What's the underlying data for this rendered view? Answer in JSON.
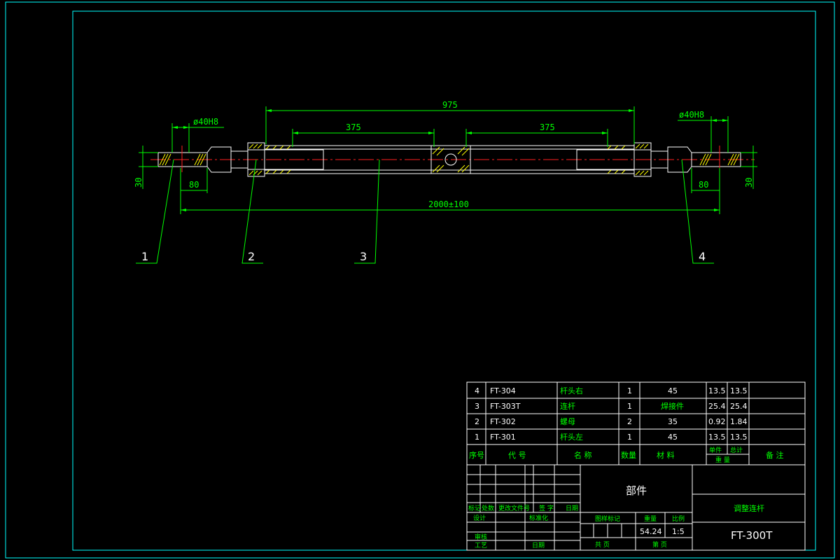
{
  "colors": {
    "background": "#000000",
    "frame": "#00ffff",
    "outline": "#ffffff",
    "dimension": "#00ff00",
    "centerline": "#ff2020",
    "hatch": "#ffff00"
  },
  "dimensions": {
    "overall_span": "975",
    "inner_left": "375",
    "inner_right": "375",
    "total_length": "2000±100",
    "bore_left": "ø40H8",
    "bore_right": "ø40H8",
    "eye_left": "80",
    "eye_right": "80",
    "height_left": "30",
    "height_right": "30"
  },
  "balloons": [
    "1",
    "2",
    "3",
    "4"
  ],
  "bom": {
    "rows": [
      {
        "no": "4",
        "code": "FT-304",
        "name": "杆头右",
        "qty": "1",
        "material": "45",
        "unit_w": "13.5",
        "total_w": "13.5",
        "note": ""
      },
      {
        "no": "3",
        "code": "FT-303T",
        "name": "连杆",
        "qty": "1",
        "material": "焊接件",
        "unit_w": "25.4",
        "total_w": "25.4",
        "note": ""
      },
      {
        "no": "2",
        "code": "FT-302",
        "name": "螺母",
        "qty": "2",
        "material": "35",
        "unit_w": "0.92",
        "total_w": "1.84",
        "note": ""
      },
      {
        "no": "1",
        "code": "FT-301",
        "name": "杆头左",
        "qty": "1",
        "material": "45",
        "unit_w": "13.5",
        "total_w": "13.5",
        "note": ""
      }
    ],
    "headers": {
      "no": "序号",
      "code": "代 号",
      "name": "名 称",
      "qty": "数量",
      "material": "材 料",
      "unit": "单件",
      "total": "总计",
      "weight": "重 量",
      "note": "备 注"
    }
  },
  "title_block": {
    "category": "部件",
    "drawing_name": "调整连杆",
    "drawing_code": "FT-300T",
    "mark_label": "标记",
    "count_label": "处数",
    "change_label": "更改文件号",
    "sign_label": "签 字",
    "date_label": "日期",
    "design_label": "设计",
    "standard_label": "标准化",
    "review_label": "审核",
    "process_label": "工艺",
    "approve_label": "日期",
    "stage_label": "图样标记",
    "weight_label": "重量",
    "scale_label": "比例",
    "weight_value": "54.24",
    "scale_value": "1:5",
    "sheets_label": "共 页",
    "sheet_label": "第 页"
  }
}
